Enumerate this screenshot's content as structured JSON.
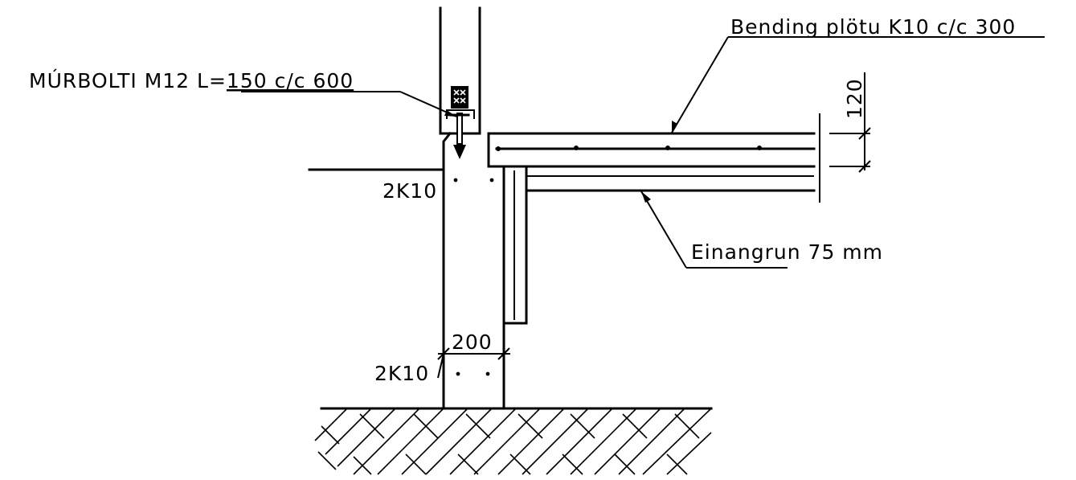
{
  "labels": {
    "anchor_bolt_prefix": "MÚRBOLTI M12 L=",
    "anchor_bolt_underlined": "150 c/c 600",
    "slab_reinforcement": "Bending plötu K10 c/c 300",
    "insulation": "Einangrun 75 mm",
    "slab_thickness_dim": "120",
    "top_bars": "2K10",
    "bottom_bars": "2K10",
    "wall_width_dim": "200"
  }
}
